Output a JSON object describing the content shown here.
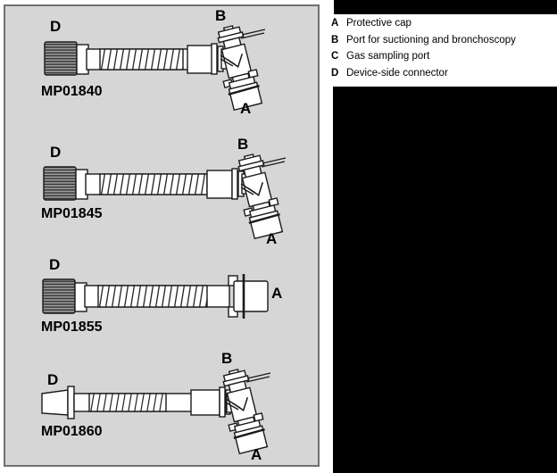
{
  "diagrams": [
    {
      "part_number": "MP01840",
      "callouts": {
        "d": "D",
        "b": "B",
        "a": "A"
      }
    },
    {
      "part_number": "MP01845",
      "callouts": {
        "d": "D",
        "b": "B",
        "a": "A"
      }
    },
    {
      "part_number": "MP01855",
      "callouts": {
        "d": "D",
        "a": "A"
      }
    },
    {
      "part_number": "MP01860",
      "callouts": {
        "d": "D",
        "b": "B",
        "a": "A"
      }
    }
  ],
  "legend": {
    "items": [
      {
        "letter": "A",
        "description": "Protective cap"
      },
      {
        "letter": "B",
        "description": "Port for suctioning and bronchoscopy"
      },
      {
        "letter": "C",
        "description": "Gas sampling port"
      },
      {
        "letter": "D",
        "description": "Device-side connector"
      }
    ]
  },
  "colors": {
    "panel_background": "#d6d6d6",
    "panel_border": "#707070",
    "line_outline": "#1a1a1a",
    "knurl_base": "#9c9c9c",
    "knurl_stripe": "#303030",
    "redaction_black": "#000000",
    "text": "#000000"
  }
}
